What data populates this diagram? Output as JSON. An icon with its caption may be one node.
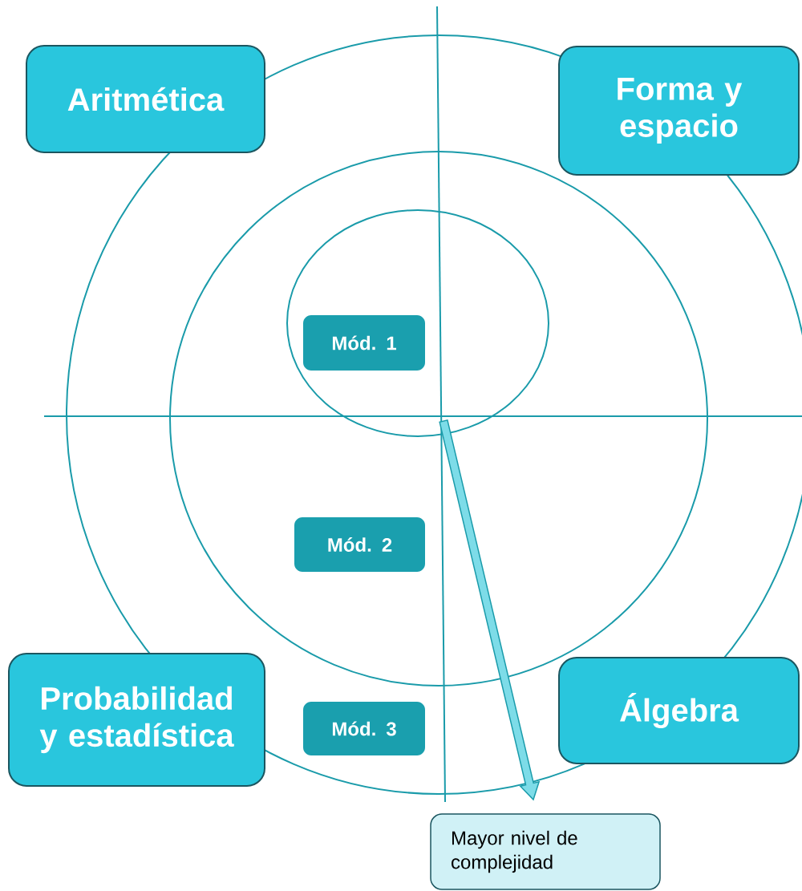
{
  "diagram": {
    "nodes": [
      {
        "text": [
          "Aritmética"
        ]
      },
      {
        "text": [
          "Forma y espacio"
        ]
      },
      {
        "text": [
          "Probabilidad y estadística"
        ]
      },
      {
        "text": [
          "Álgebra"
        ]
      },
      {
        "text": [
          "Mód. 1"
        ]
      },
      {
        "text": [
          "Mód. 2"
        ]
      },
      {
        "text": [
          "Mód. 3"
        ]
      },
      {
        "text": [
          "Mayor nivel de complejidad"
        ]
      }
    ],
    "edges": [
      {
        "from": null,
        "to": 7,
        "arrow": "to"
      }
    ]
  }
}
